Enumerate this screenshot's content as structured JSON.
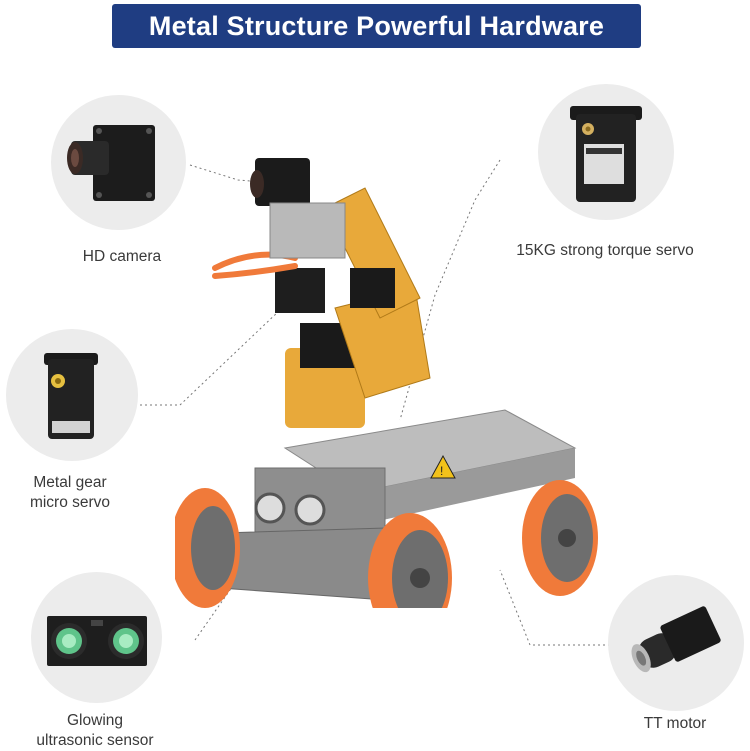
{
  "banner": {
    "title": "Metal Structure Powerful Hardware"
  },
  "callouts": [
    {
      "id": "hd-camera",
      "label": "HD camera",
      "icon": "camera-icon"
    },
    {
      "id": "servo-15kg",
      "label": "15KG strong torque servo",
      "icon": "servo-icon"
    },
    {
      "id": "micro-servo",
      "label_line1": "Metal gear",
      "label_line2": "micro servo",
      "icon": "micro-servo-icon"
    },
    {
      "id": "ultrasonic",
      "label_line1": "Glowing",
      "label_line2": "ultrasonic sensor",
      "icon": "ultrasonic-sensor-icon"
    },
    {
      "id": "tt-motor",
      "label": "TT motor",
      "icon": "tt-motor-icon"
    }
  ],
  "colors": {
    "banner": "#1f3d82",
    "circle": "#ececec",
    "arm": "#e8a93a",
    "wheel_roller": "#f07a3a",
    "chassis": "#9a9a9a"
  }
}
